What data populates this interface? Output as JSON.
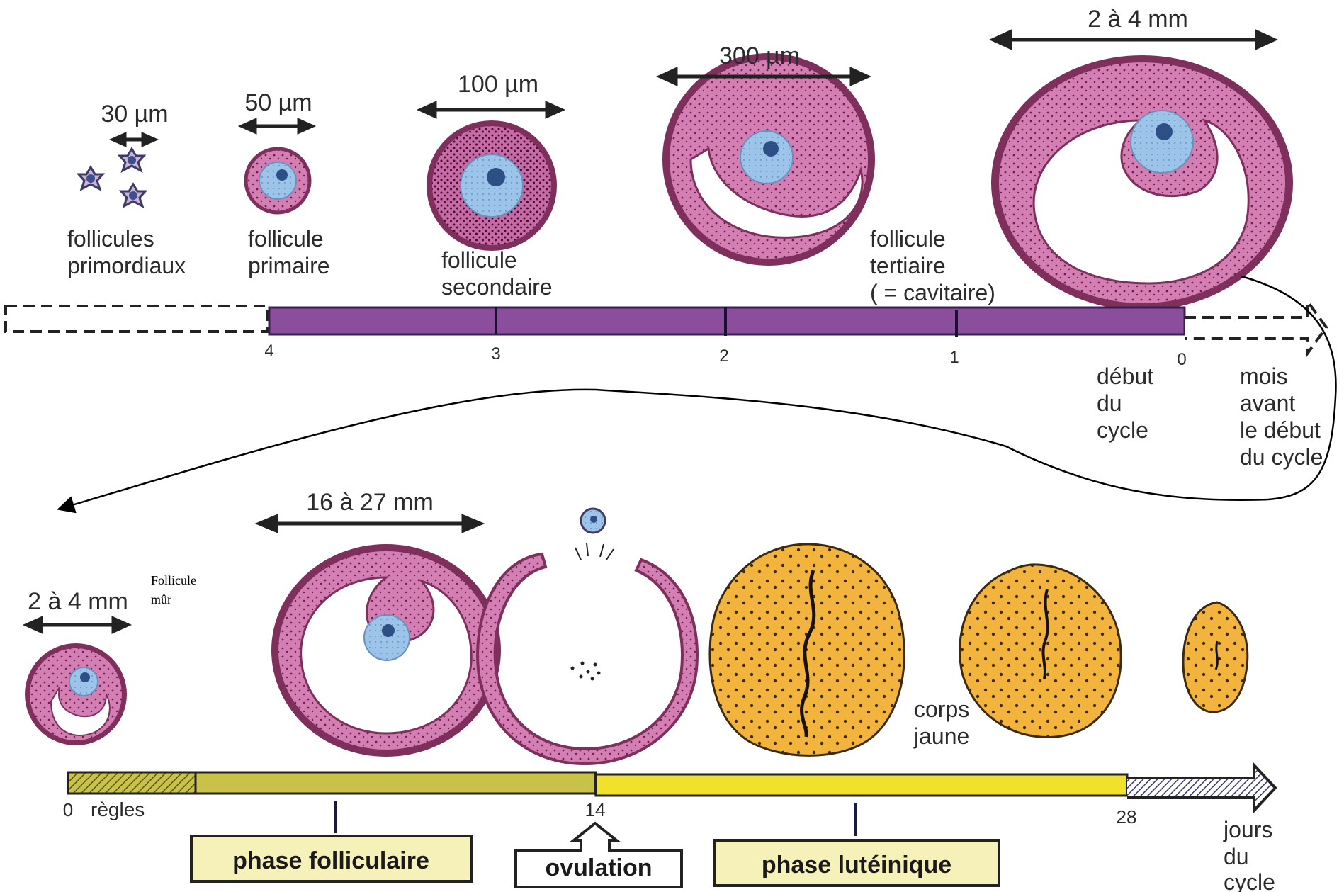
{
  "top": {
    "labels": {
      "primordial": [
        "follicules",
        "primordiaux"
      ],
      "primary": [
        "follicule",
        "primaire"
      ],
      "secondary": [
        "follicule",
        "secondaire"
      ],
      "tertiary": [
        "follicule",
        "tertiaire",
        "( = cavitaire)"
      ]
    },
    "dimensions": {
      "primordial": "30 µm",
      "primary": "50 µm",
      "secondary": "100 µm",
      "tertiary_small": "300 µm",
      "tertiary_large": "2 à 4 mm"
    },
    "scale_ticks": [
      "4",
      "3",
      "2",
      "1",
      "0"
    ],
    "cycle_start_label": [
      "début",
      "du",
      "cycle"
    ],
    "axis_unit_label": [
      "mois",
      "avant",
      "le début",
      "du cycle"
    ]
  },
  "bottom": {
    "dimensions": {
      "small": "2 à 4 mm",
      "mature": "16 à 27 mm"
    },
    "mature_label": [
      "Follicule",
      "mûr"
    ],
    "corpus_label": [
      "corps",
      "jaune"
    ],
    "scale_ticks": [
      "0",
      "14",
      "28"
    ],
    "menses_label": "règles",
    "axis_unit_label": [
      "jours",
      "du",
      "cycle"
    ],
    "phases": {
      "follicular": "phase folliculaire",
      "ovulation": "ovulation",
      "luteal": "phase lutéinique"
    }
  },
  "colors": {
    "follicle_pink": "#d47fb4",
    "follicle_rim": "#7e2f5c",
    "oocyte_blue": "#9cc4e8",
    "nucleus": "#2d4f86",
    "corpus_orange": "#f3b43d",
    "timeline_purple": "#8a4e9c",
    "follicular_olive": "#c9c24a",
    "luteal_yellow": "#f2e12a",
    "phase_box": "#f6f0b9"
  }
}
